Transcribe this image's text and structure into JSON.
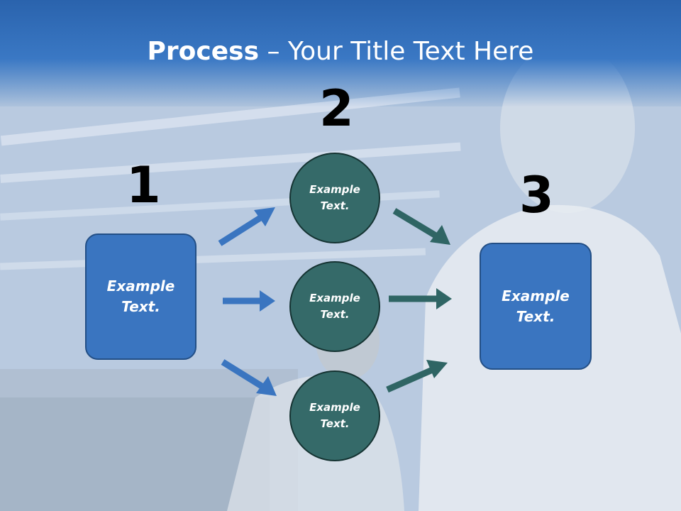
{
  "title": {
    "bold": "Process",
    "rest": " – Your Title Text Here"
  },
  "steps": {
    "one": "1",
    "two": "2",
    "three": "3"
  },
  "left_box": {
    "label": "Example Text."
  },
  "circles": [
    {
      "label": "Example Text."
    },
    {
      "label": "Example Text."
    },
    {
      "label": "Example Text."
    }
  ],
  "right_box": {
    "label": "Example Text."
  },
  "colors": {
    "box_fill": "#3a75c0",
    "circle_fill": "#356a69",
    "arrow_blue": "#3a75c0",
    "arrow_teal": "#2f6564",
    "header": "#2a63ad"
  }
}
